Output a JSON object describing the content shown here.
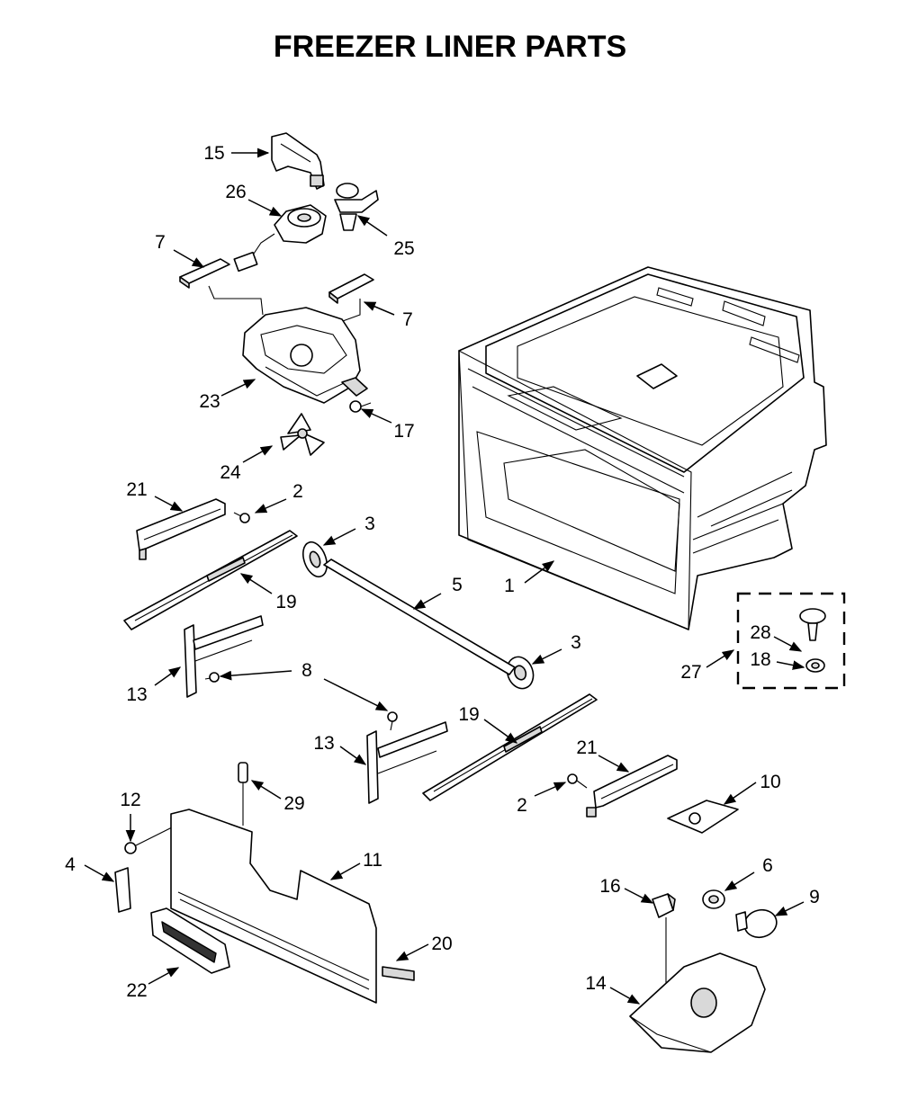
{
  "title": "FREEZER LINER PARTS",
  "callouts": {
    "c1": "1",
    "c2a": "2",
    "c2b": "2",
    "c3a": "3",
    "c3b": "3",
    "c4": "4",
    "c5": "5",
    "c6": "6",
    "c7a": "7",
    "c7b": "7",
    "c8": "8",
    "c9": "9",
    "c10": "10",
    "c11": "11",
    "c12": "12",
    "c13a": "13",
    "c13b": "13",
    "c14": "14",
    "c15": "15",
    "c16": "16",
    "c17": "17",
    "c18": "18",
    "c19a": "19",
    "c19b": "19",
    "c20": "20",
    "c21a": "21",
    "c21b": "21",
    "c22": "22",
    "c23": "23",
    "c24": "24",
    "c25": "25",
    "c26": "26",
    "c27": "27",
    "c28": "28",
    "c29": "29"
  }
}
